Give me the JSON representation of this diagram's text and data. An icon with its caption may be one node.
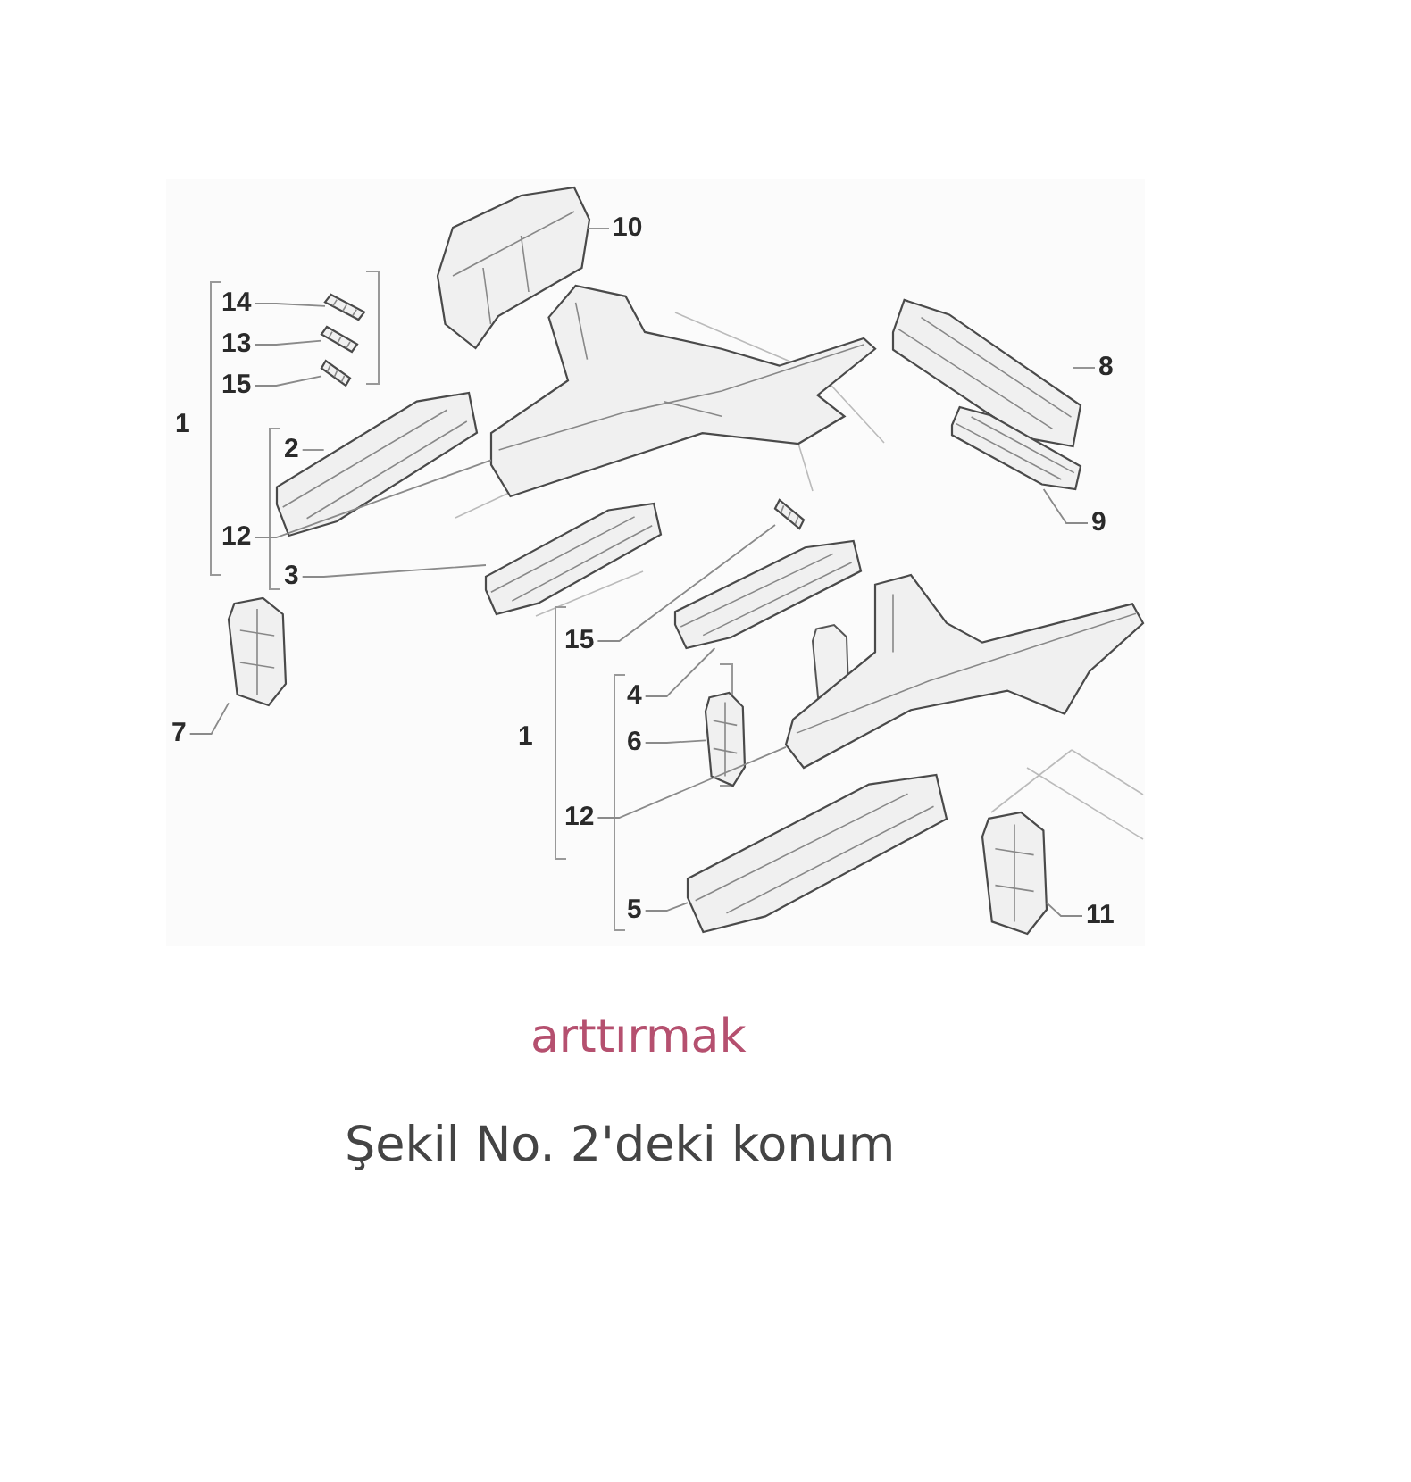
{
  "diagram": {
    "caption": "Şekil No. 2'deki konum",
    "nodes": [
      {
        "text": [
          "10"
        ]
      },
      {
        "text": [],
        "shape": "picture"
      },
      {
        "text": [
          "14"
        ]
      },
      {
        "text": [],
        "shape": "picture"
      },
      {
        "text": [
          "13"
        ]
      },
      {
        "text": [],
        "shape": "picture"
      },
      {
        "text": [
          "15"
        ]
      },
      {
        "text": [],
        "shape": "picture"
      },
      {
        "text": [
          "2"
        ]
      },
      {
        "text": [],
        "shape": "picture"
      },
      {
        "text": [
          "12"
        ]
      },
      {
        "text": [],
        "shape": "picture"
      },
      {
        "text": [
          "3"
        ]
      },
      {
        "text": [],
        "shape": "picture"
      },
      {
        "text": [
          "7"
        ]
      },
      {
        "text": [],
        "shape": "picture"
      },
      {
        "text": [
          "15"
        ]
      },
      {
        "text": [],
        "shape": "picture"
      },
      {
        "text": [
          "4"
        ]
      },
      {
        "text": [],
        "shape": "picture"
      },
      {
        "text": [
          "6"
        ]
      },
      {
        "text": [],
        "shape": "picture"
      },
      {
        "text": [
          "12"
        ]
      },
      {
        "text": [],
        "shape": "picture"
      },
      {
        "text": [
          "5"
        ]
      },
      {
        "text": [],
        "shape": "picture"
      },
      {
        "text": [
          "8"
        ]
      },
      {
        "text": [],
        "shape": "picture"
      },
      {
        "text": [
          "9"
        ]
      },
      {
        "text": [],
        "shape": "picture"
      },
      {
        "text": [
          "11"
        ]
      },
      {
        "text": [],
        "shape": "picture"
      }
    ],
    "edges": [
      {
        "from": 0,
        "to": 1,
        "arrow": "none"
      },
      {
        "from": 2,
        "to": 3,
        "arrow": "none"
      },
      {
        "from": 4,
        "to": 5,
        "arrow": "none"
      },
      {
        "from": 6,
        "to": 7,
        "arrow": "none"
      },
      {
        "from": 8,
        "to": 9,
        "arrow": "none"
      },
      {
        "from": 10,
        "to": 11,
        "arrow": "none"
      },
      {
        "from": 12,
        "to": 13,
        "arrow": "none"
      },
      {
        "from": 14,
        "to": 15,
        "arrow": "none"
      },
      {
        "from": 16,
        "to": 17,
        "arrow": "none"
      },
      {
        "from": 18,
        "to": 19,
        "arrow": "none"
      },
      {
        "from": 20,
        "to": 21,
        "arrow": "none"
      },
      {
        "from": 22,
        "to": 23,
        "arrow": "none"
      },
      {
        "from": 24,
        "to": 25,
        "arrow": "none"
      },
      {
        "from": 26,
        "to": 27,
        "arrow": "none"
      },
      {
        "from": 28,
        "to": 29,
        "arrow": "none"
      },
      {
        "from": 30,
        "to": 31,
        "arrow": "none"
      }
    ],
    "labels": [
      "1",
      "1",
      "arttırmak"
    ]
  }
}
